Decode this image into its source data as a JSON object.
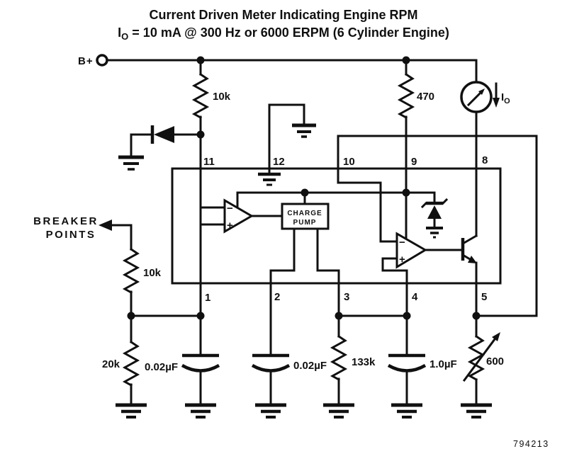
{
  "title": "Current Driven Meter Indicating Engine RPM",
  "subtitle": {
    "prefix": "I",
    "sub": "O",
    "rest": "= 10 mA @ 300 Hz or 6000 ERPM (6 Cylinder Engine)"
  },
  "labels": {
    "b_plus": "B+",
    "breaker_line1": "BREAKER",
    "breaker_line2": "POINTS",
    "charge_pump_line1": "CHARGE",
    "charge_pump_line2": "PUMP",
    "opamp1_minus": "−",
    "opamp1_plus": "+",
    "opamp2_minus": "−",
    "opamp2_plus": "+",
    "meter_current_prefix": "I",
    "meter_current_sub": "O",
    "part_number": "794213"
  },
  "components": {
    "r_supply": "10k",
    "r_collector": "470",
    "r_breaker_top": "10k",
    "r_breaker_bottom": "20k",
    "c_pin1": "0.02µF",
    "c_pin2": "0.02µF",
    "r_pin3": "133k",
    "c_pin4": "1.0µF",
    "r_pin5": "600"
  },
  "pins": {
    "p1": "1",
    "p2": "2",
    "p3": "3",
    "p4": "4",
    "p5": "5",
    "p8": "8",
    "p9": "9",
    "p10": "10",
    "p11": "11",
    "p12": "12"
  },
  "colors": {
    "ink": "#101010",
    "background": "#ffffff"
  }
}
